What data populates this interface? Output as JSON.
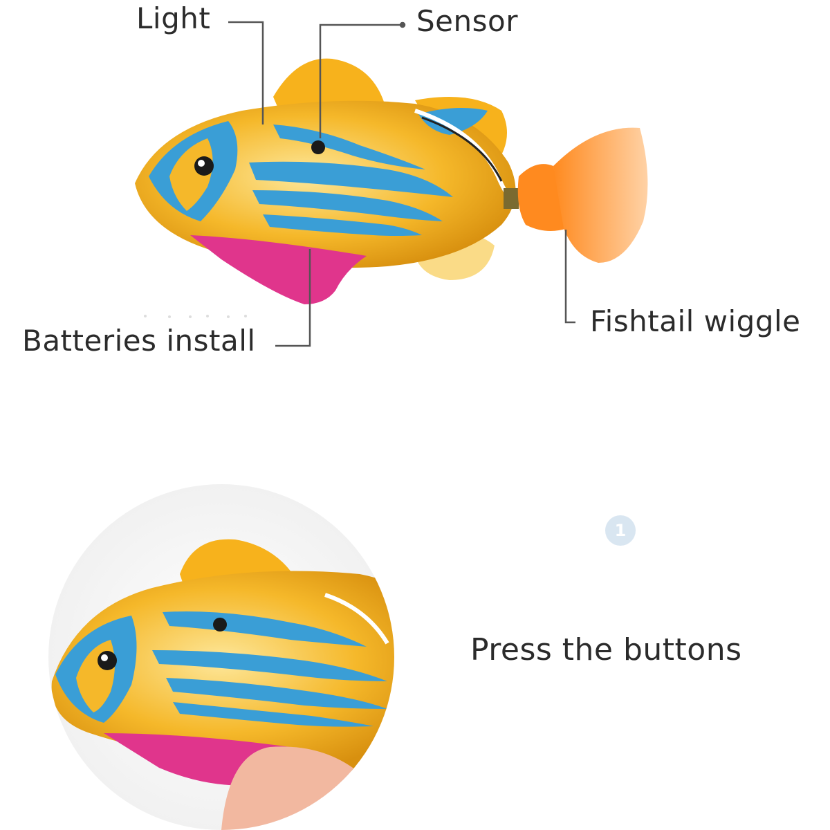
{
  "callouts": {
    "light": "Light",
    "sensor": "Sensor",
    "batteries": "Batteries install",
    "fishtail": "Fishtail wiggle"
  },
  "instruction": {
    "step_number": "1",
    "text": "Press the buttons"
  },
  "colors": {
    "fish_body": "#f5b82a",
    "fish_stripe": "#3a9ed6",
    "fish_belly": "#e0358c",
    "tail": "#ff9a3c",
    "leader_line": "#555555"
  }
}
